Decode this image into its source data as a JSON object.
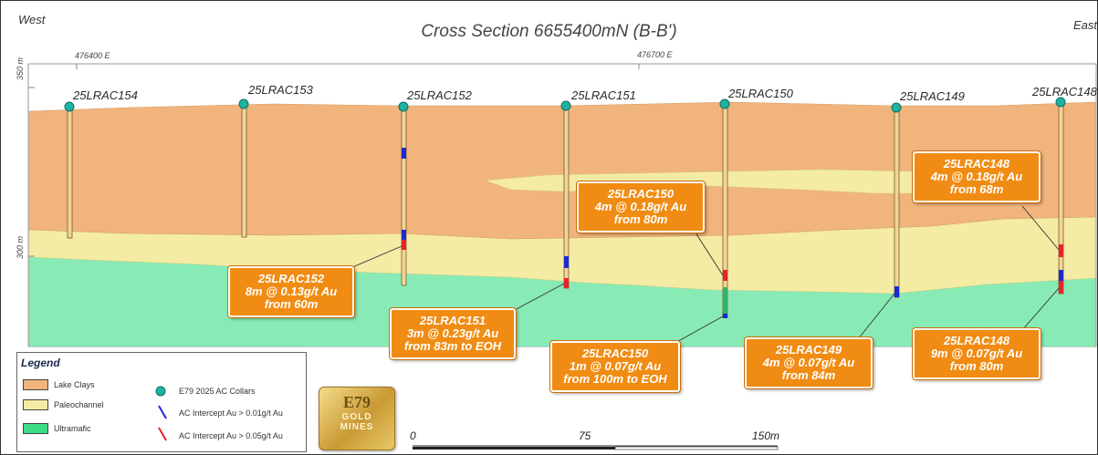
{
  "section": {
    "title": "Cross Section 6655400mN (B-B')",
    "west_label": "West",
    "east_label": "East",
    "eastings": [
      "476400 E",
      "476700 E"
    ],
    "rl_labels": [
      "350 m",
      "300 m"
    ]
  },
  "holes": [
    {
      "name": "25LRAC154"
    },
    {
      "name": "25LRAC153"
    },
    {
      "name": "25LRAC152"
    },
    {
      "name": "25LRAC151"
    },
    {
      "name": "25LRAC150"
    },
    {
      "name": "25LRAC149"
    },
    {
      "name": "25LRAC148"
    }
  ],
  "callouts": {
    "c152": {
      "hole": "25LRAC152",
      "l1": "8m @ 0.13g/t Au",
      "l2": "from 60m"
    },
    "c151": {
      "hole": "25LRAC151",
      "l1": "3m @ 0.23g/t Au",
      "l2": "from 83m to EOH"
    },
    "c150a": {
      "hole": "25LRAC150",
      "l1": "4m @ 0.18g/t Au",
      "l2": "from 80m"
    },
    "c150b": {
      "hole": "25LRAC150",
      "l1": "1m @ 0.07g/t Au",
      "l2": "from 100m to EOH"
    },
    "c149": {
      "hole": "25LRAC149",
      "l1": "4m @ 0.07g/t Au",
      "l2": "from 84m"
    },
    "c148a": {
      "hole": "25LRAC148",
      "l1": "4m @ 0.18g/t Au",
      "l2": "from 68m"
    },
    "c148b": {
      "hole": "25LRAC148",
      "l1": "9m @ 0.07g/t Au",
      "l2": "from 80m"
    }
  },
  "legend": {
    "title": "Legend",
    "units": [
      {
        "label": "Lake Clays",
        "color": "#f0b47c"
      },
      {
        "label": "Paleochannel",
        "color": "#f4eca4"
      },
      {
        "label": "Ultramafic",
        "color": "#3ddc86"
      }
    ],
    "symbols": [
      {
        "label": "E79 2025 AC Collars",
        "color": "#20b2a0"
      },
      {
        "label": "AC Intercept Au > 0.01g/t Au",
        "color": "#1c2ad6"
      },
      {
        "label": "AC Intercept Au > 0.05g/t Au",
        "color": "#e8222a"
      }
    ]
  },
  "logo": {
    "line1": "E79",
    "line2": "GOLD",
    "line3": "MINES"
  },
  "scale_bar": {
    "labels": [
      "0",
      "75",
      "150m"
    ]
  },
  "colors": {
    "lake_clay": "#f0b47c",
    "paleochannel": "#f4eca4",
    "ultramafic": "#88ebb6",
    "callout": "#f08c13",
    "collar": "#20b2a0",
    "intercept_low": "#1c2ad6",
    "intercept_high": "#e8222a"
  }
}
